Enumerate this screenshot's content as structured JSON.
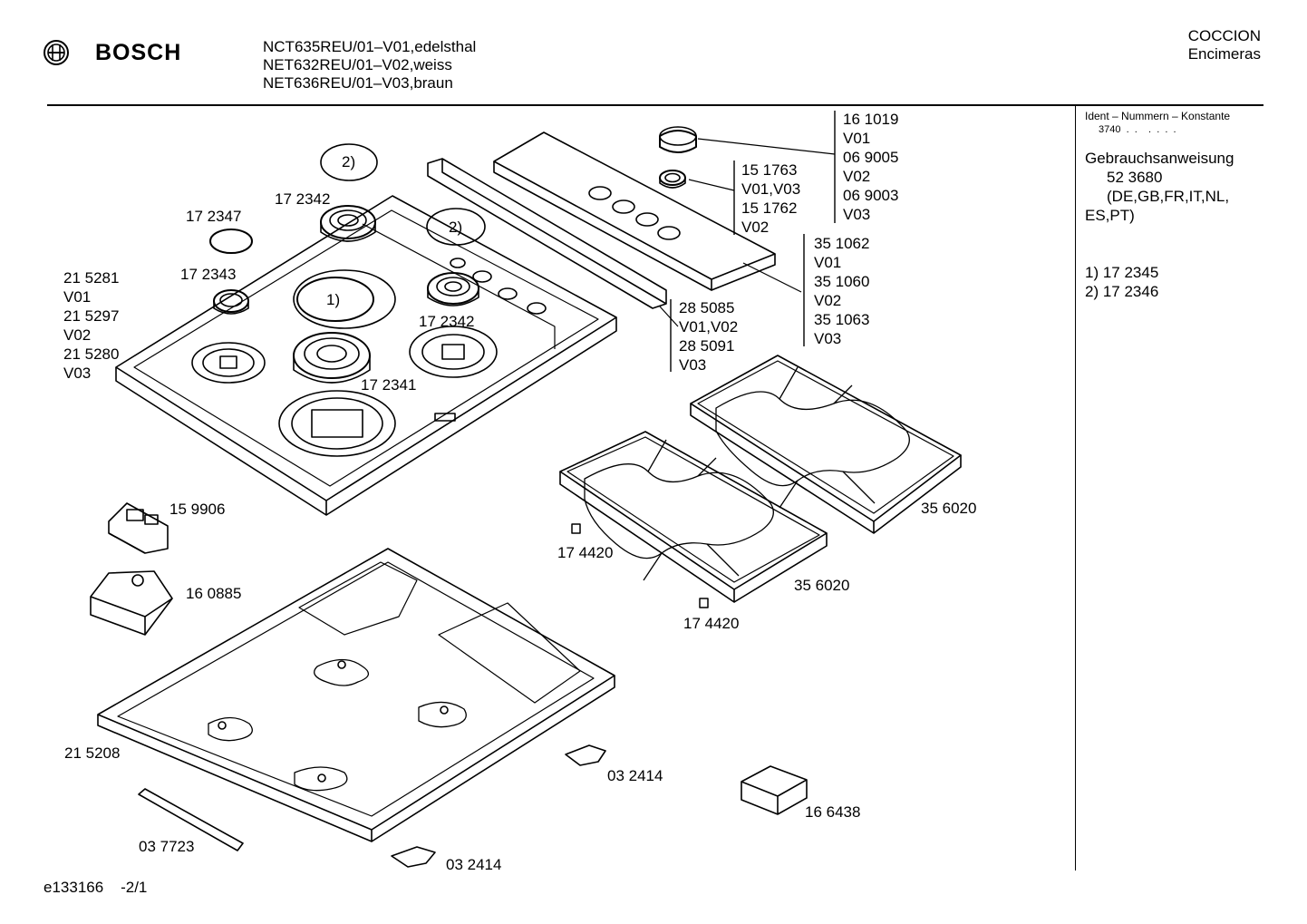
{
  "header": {
    "brand": "BOSCH",
    "models": [
      "NCT635REU/01–V01,edelsthal",
      "NET632REU/01–V02,weiss",
      "NET636REU/01–V03,braun"
    ],
    "category": [
      "COCCION",
      "Encimeras"
    ]
  },
  "sidebar": {
    "ident_title": "Ident – Nummern – Konstante",
    "ident_value": "3740  .  .    .  .  .  .",
    "manual_lines": [
      "Gebrauchsanweisung",
      "52 3680",
      "(DE,GB,FR,IT,NL,",
      "ES,PT)"
    ],
    "notes": [
      "1) 17 2345",
      "2) 17 2346"
    ]
  },
  "parts": {
    "knob_group": [
      "16 1019",
      "V01",
      "06 9005",
      "V02",
      "06 9003",
      "V03"
    ],
    "ring_group": [
      "15 1763",
      "V01,V03",
      "15 1762",
      "V02"
    ],
    "panel_group": [
      "35 1062",
      "V01",
      "35 1060",
      "V02",
      "35 1063",
      "V03"
    ],
    "strip_group": [
      "28 5085",
      "V01,V02",
      "28 5091",
      "V03"
    ],
    "hob_group": [
      "21 5281",
      "V01",
      "21 5297",
      "V02",
      "21 5280",
      "V03"
    ],
    "burner_172347": "17 2347",
    "burner_172342_top": "17 2342",
    "burner_172343": "17 2343",
    "burner_172342_mid": "17 2342",
    "burner_172341": "17 2341",
    "circle_note_2a": "2)",
    "circle_note_2b": "2)",
    "circle_note_1": "1)",
    "switch_159906": "15 9906",
    "box_160885": "16 0885",
    "grate_right": "35 6020",
    "grate_left": "35 6020",
    "foot_a": "17 4420",
    "foot_b": "17 4420",
    "base_215208": "21 5208",
    "clip_a": "03 2414",
    "clip_b": "03 2414",
    "seal_037723": "03 7723",
    "box_166438": "16 6438"
  },
  "footer": {
    "doc_id": "e133166    -2/1"
  }
}
